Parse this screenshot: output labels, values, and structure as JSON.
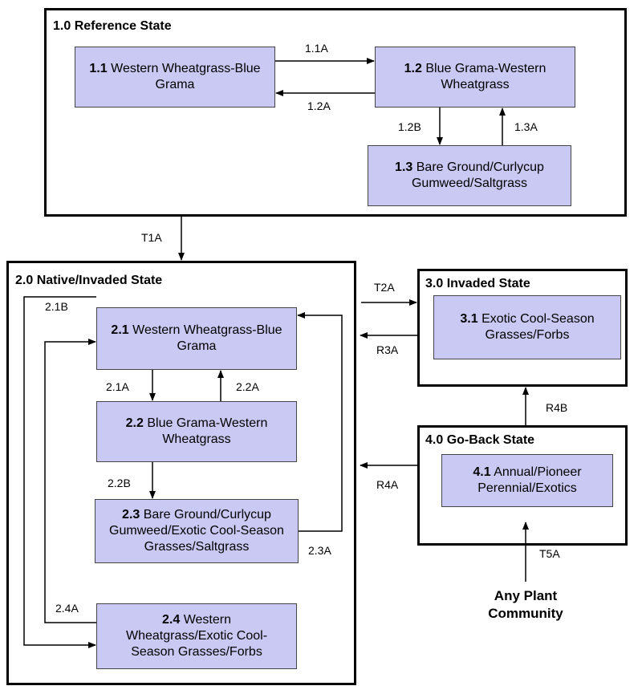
{
  "states": {
    "s1": {
      "title": "1.0 Reference State"
    },
    "s2": {
      "title": "2.0 Native/Invaded State"
    },
    "s3": {
      "title": "3.0 Invaded State"
    },
    "s4": {
      "title": "4.0 Go-Back State"
    }
  },
  "communities": {
    "c11": {
      "num": "1.1",
      "text": "Western Wheatgrass-Blue Grama"
    },
    "c12": {
      "num": "1.2",
      "text": "Blue Grama-Western Wheatgrass"
    },
    "c13": {
      "num": "1.3",
      "text": "Bare Ground/Curlycup Gumweed/Saltgrass"
    },
    "c21": {
      "num": "2.1",
      "text": "Western Wheatgrass-Blue Grama"
    },
    "c22": {
      "num": "2.2",
      "text": "Blue Grama-Western Wheatgrass"
    },
    "c23": {
      "num": "2.3",
      "text": "Bare Ground/Curlycup Gumweed/Exotic Cool-Season Grasses/Saltgrass"
    },
    "c24": {
      "num": "2.4",
      "text": "Western Wheatgrass/Exotic Cool-Season Grasses/Forbs"
    },
    "c31": {
      "num": "3.1",
      "text": "Exotic Cool-Season Grasses/Forbs"
    },
    "c41": {
      "num": "4.1",
      "text": "Annual/Pioneer Perennial/Exotics"
    }
  },
  "pathways": {
    "p11A": "1.1A",
    "p12A": "1.2A",
    "p12B": "1.2B",
    "p13A": "1.3A",
    "T1A": "T1A",
    "T2A": "T2A",
    "R3A": "R3A",
    "R4A": "R4A",
    "R4B": "R4B",
    "T5A": "T5A",
    "p21A": "2.1A",
    "p21B": "2.1B",
    "p22A": "2.2A",
    "p22B": "2.2B",
    "p23A": "2.3A",
    "p24A": "2.4A"
  },
  "any_community": {
    "line1": "Any Plant",
    "line2": "Community"
  },
  "colors": {
    "community_fill": "#c9c9f3",
    "border": "#000000"
  }
}
